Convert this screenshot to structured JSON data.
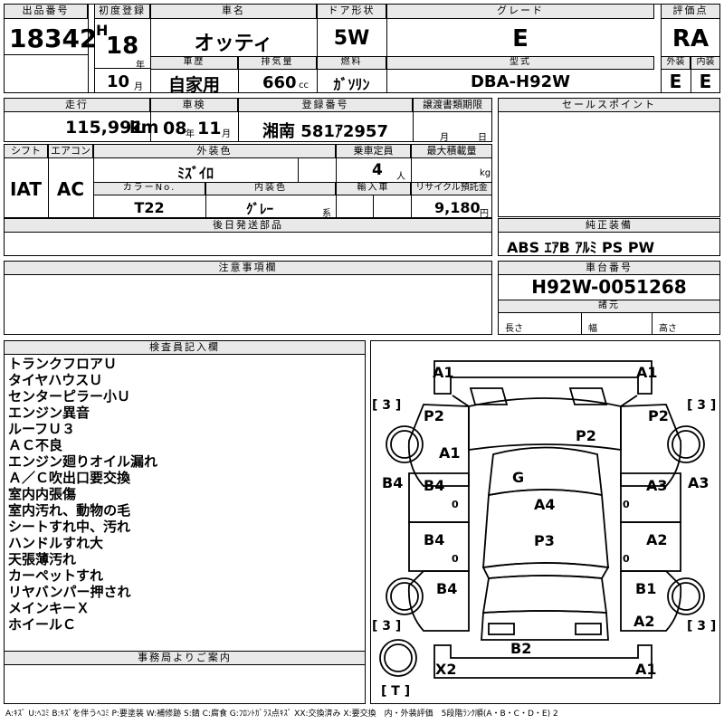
{
  "header": {
    "lot_label": "出品番号",
    "lot": "18342",
    "first_reg_label": "初度登録",
    "era": "H",
    "year": "18",
    "year_unit": "年",
    "month": "10",
    "month_unit": "月",
    "name_label": "車名",
    "name": "オッティ",
    "history_label": "車歴",
    "history": "自家用",
    "displacement_label": "排気量",
    "displacement": "660",
    "displacement_unit": "cc",
    "door_label": "ドア形状",
    "door": "5W",
    "fuel_label": "燃料",
    "fuel": "ｶﾞｿﾘﾝ",
    "grade_label": "グレード",
    "grade": "E",
    "model_label": "型式",
    "model": "DBA-H92W",
    "score_label": "評価点",
    "score": "RA",
    "exterior_label": "外装",
    "exterior": "E",
    "interior_label": "内装",
    "interior": "E"
  },
  "row2": {
    "mileage_label": "走行",
    "mileage": "115,991",
    "mileage_unit": "km",
    "inspection_label": "車検",
    "insp_year": "08",
    "insp_year_unit": "年",
    "insp_month": "11",
    "insp_month_unit": "月",
    "plate_label": "登録番号",
    "plate": "湘南 581ｱ2957",
    "transfer_label": "譲渡書類期限",
    "transfer_month": "月",
    "transfer_day": "日",
    "sales_label": "セールスポイント"
  },
  "row3": {
    "shift_label": "シフト",
    "shift": "IAT",
    "ac_label": "エアコン",
    "ac": "AC",
    "color_label": "外装色",
    "color": "ﾐｽﾞｲﾛ",
    "capacity_label": "乗車定員",
    "capacity": "4",
    "capacity_unit": "人",
    "load_label": "最大積載量",
    "load_unit": "kg",
    "color_no_label": "カラーNo.",
    "color_no": "T22",
    "int_color_label": "内装色",
    "int_color": "ｸﾞﾚｰ",
    "int_color_unit": "系",
    "import_label": "輸入車",
    "recycle_label": "リサイクル預託金",
    "recycle": "9,180",
    "recycle_unit": "円"
  },
  "parts": {
    "later_label": "後日発送部品",
    "equip_label": "純正装備",
    "equip": "ABS ｴｱB ｱﾙﾐ PS PW",
    "notes_label": "注意事項欄",
    "chassis_label": "車台番号",
    "chassis": "H92W-0051268",
    "spec_label": "諸元",
    "length": "長さ",
    "width": "幅",
    "height": "高さ"
  },
  "inspector": {
    "title": "検査員記入欄",
    "items": [
      "トランクフロアＵ",
      "タイヤハウスＵ",
      "センターピラー小Ｕ",
      "エンジン異音",
      "ルーフＵ３",
      "ＡＣ不良",
      "エンジン廻りオイル漏れ",
      "Ａ／Ｃ吹出口要交換",
      "室内内張傷",
      "室内汚れ、動物の毛",
      "シートすれ中、汚れ",
      "ハンドルすれ大",
      "天張薄汚れ",
      "カーペットすれ",
      "リヤバンパー押され",
      "メインキーＸ",
      "ホイールＣ"
    ],
    "office_label": "事務局よりご案内"
  },
  "diagram": {
    "labels": [
      "A1",
      "A1",
      "P2",
      "P2",
      "P2",
      "A1",
      "B4",
      "B4",
      "G",
      "A3",
      "A3",
      "A4",
      "B4",
      "P3",
      "A2",
      "B4",
      "B1",
      "A2",
      "B2",
      "X2",
      "A1"
    ],
    "tires": [
      "[ 3 ]",
      "[ 3 ]",
      "[ 3 ]",
      "[ 3 ]",
      "[ T ]"
    ],
    "zeros": [
      "0",
      "0",
      "0",
      "0"
    ]
  },
  "legend": "A:ｷｽﾞ U:ﾍｺﾐ B:ｷｽﾞを伴うﾍｺﾐ P:要塗装 W:補修跡 S:錆 C:腐食 G:ﾌﾛﾝﾄｶﾞﾗｽ点ｷｽﾞ XX:交換済み X:要交換　内・外装評価　5段階ﾗﾝｸ順(A・B・C・D・E) 2"
}
